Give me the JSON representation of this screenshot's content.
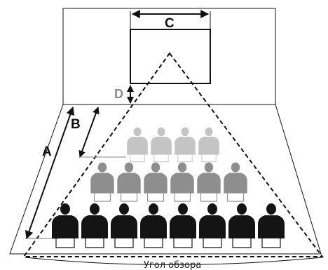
{
  "labels": {
    "a": "A",
    "b": "B",
    "c": "C",
    "d": "D",
    "caption": "Угол обзора"
  },
  "audience": {
    "rows": [
      {
        "row": "back",
        "count": 4,
        "color": "#c4c4c4"
      },
      {
        "row": "middle",
        "count": 6,
        "color": "#8e8e8e"
      },
      {
        "row": "front",
        "count": 8,
        "color": "#141414"
      }
    ]
  },
  "colors": {
    "outline": "#111111",
    "d_label": "#8a8a8a"
  }
}
